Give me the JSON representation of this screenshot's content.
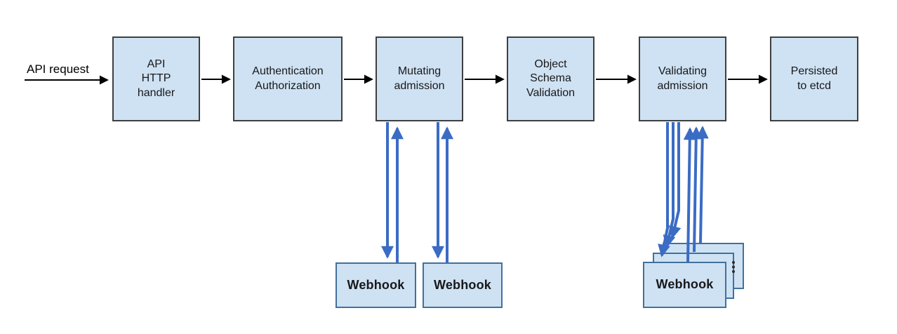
{
  "labels": {
    "api_request": "API request"
  },
  "flow_boxes": [
    {
      "id": "api-http-handler",
      "label": "API\nHTTP\nhandler"
    },
    {
      "id": "authentication-authorization",
      "label": "Authentication\nAuthorization"
    },
    {
      "id": "mutating-admission",
      "label": "Mutating\nadmission"
    },
    {
      "id": "object-schema-validation",
      "label": "Object\nSchema\nValidation"
    },
    {
      "id": "validating-admission",
      "label": "Validating\nadmission"
    },
    {
      "id": "persisted-to-etcd",
      "label": "Persisted\nto etcd"
    }
  ],
  "webhooks": {
    "mutating_labels": [
      "Webhook",
      "Webhook"
    ],
    "validating_label": "Webhook"
  },
  "connections": [
    {
      "from": "API request",
      "to": "API HTTP handler",
      "style": "black-arrow"
    },
    {
      "from": "API HTTP handler",
      "to": "Authentication Authorization",
      "style": "black-arrow"
    },
    {
      "from": "Authentication Authorization",
      "to": "Mutating admission",
      "style": "black-arrow"
    },
    {
      "from": "Mutating admission",
      "to": "Object Schema Validation",
      "style": "black-arrow"
    },
    {
      "from": "Object Schema Validation",
      "to": "Validating admission",
      "style": "black-arrow"
    },
    {
      "from": "Validating admission",
      "to": "Persisted to etcd",
      "style": "black-arrow"
    },
    {
      "from": "Mutating admission",
      "to": "Webhook (x2)",
      "style": "blue-double-arrow"
    },
    {
      "from": "Validating admission",
      "to": "Webhook (stack x3)",
      "style": "blue-triple-double-arrow"
    }
  ],
  "colors": {
    "background": "#ffffff",
    "box_fill": "#cfe2f3",
    "flow_box_border": "#3f3f3f",
    "webhook_box_border": "#41719c",
    "black_arrow": "#000000",
    "blue_arrow": "#3b6cc4",
    "text": "#18181a"
  }
}
